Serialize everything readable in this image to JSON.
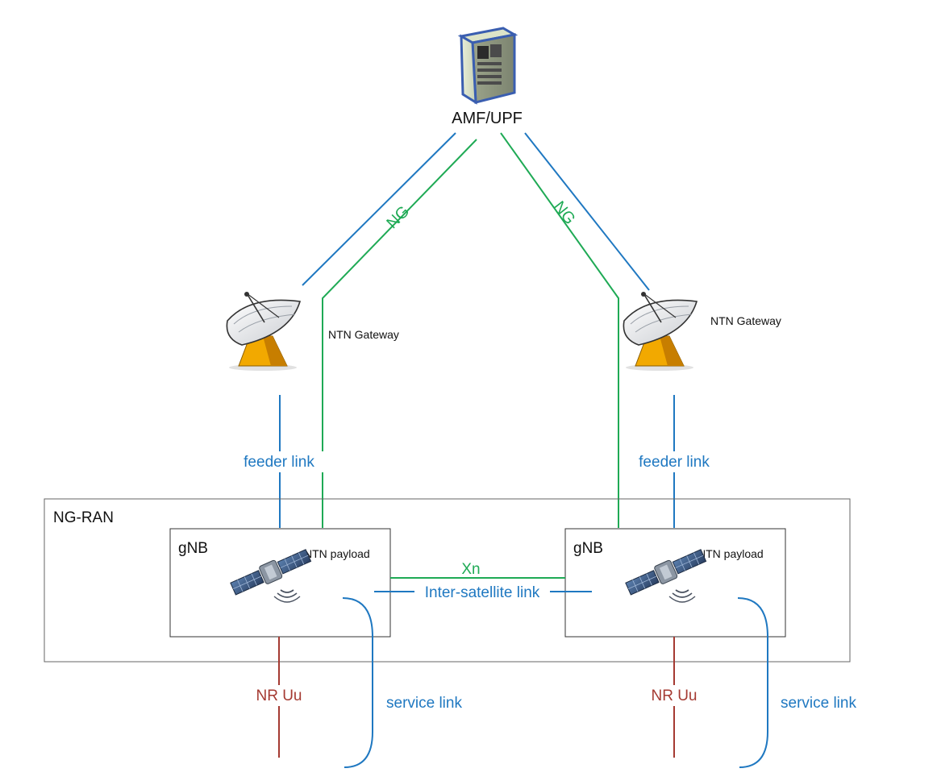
{
  "core": {
    "label": "AMF/UPF",
    "icon": "server-tower-icon"
  },
  "gateways": [
    {
      "label": "NTN Gateway",
      "icon": "satellite-dish-icon"
    },
    {
      "label": "NTN Gateway",
      "icon": "satellite-dish-icon"
    }
  ],
  "interfaces": {
    "ng_left": "NG",
    "ng_right": "NG",
    "feeder_left": "feeder link",
    "feeder_right": "feeder link",
    "xn": "Xn",
    "isl": "Inter-satellite link",
    "uu_left": "NR Uu",
    "uu_right": "NR Uu",
    "service_left": "service link",
    "service_right": "service link"
  },
  "ran": {
    "label": "NG-RAN"
  },
  "gnbs": [
    {
      "label": "gNB",
      "payload": "NTN payload",
      "icon": "satellite-icon"
    },
    {
      "label": "gNB",
      "payload": "NTN payload",
      "icon": "satellite-icon"
    }
  ],
  "colors": {
    "ng": "#1faa55",
    "feeder": "#1f78c1",
    "uu": "#a53a32",
    "box_border": "#555555",
    "dish": "#f2a900"
  }
}
